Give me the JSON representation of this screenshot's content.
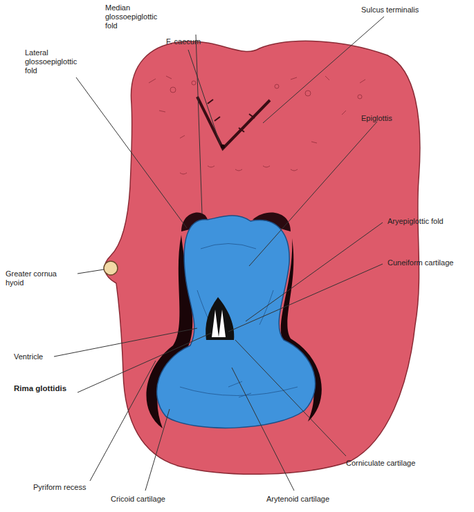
{
  "diagram": {
    "labels": [
      "Median glossoepiglottic fold",
      "F. caecum",
      "Sulcus terminalis",
      "Lateral glossoepiglottic fold",
      "Epiglottis",
      "Aryepiglottic fold",
      "Cuneiform cartilage",
      "Greater cornua hyoid",
      "Ventricle",
      "Rima glottidis",
      "Corniculate cartilage",
      "Pyriform recess",
      "Cricoid cartilage",
      "Arytenoid cartilage"
    ]
  }
}
